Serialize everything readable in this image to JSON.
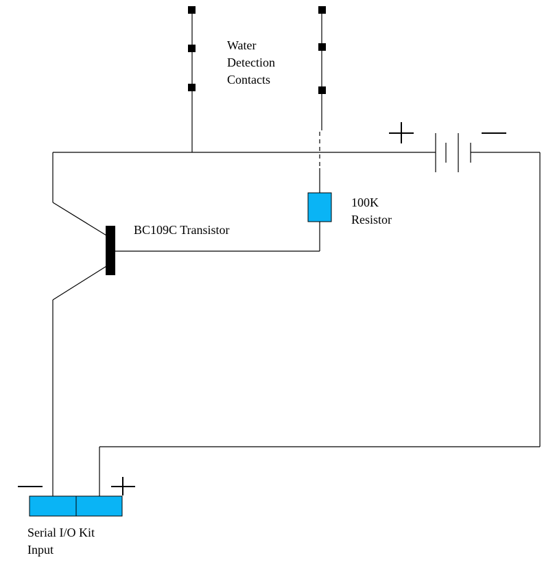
{
  "labels": {
    "water_contacts": [
      "Water",
      "Detection",
      "Contacts"
    ],
    "transistor": "BC109C Transistor",
    "resistor": [
      "100K",
      "Resistor"
    ],
    "serial_input": [
      "Serial I/O Kit",
      "Input"
    ]
  },
  "colors": {
    "component_fill": "#0ab4f5",
    "wire": "#000000"
  }
}
